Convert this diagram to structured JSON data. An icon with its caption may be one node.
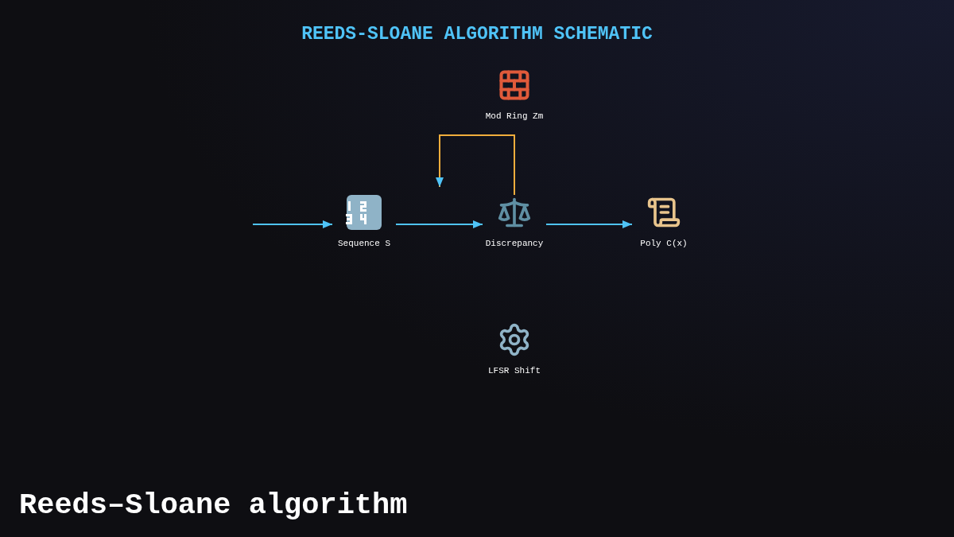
{
  "diagram": {
    "title": "REEDS-SLOANE ALGORITHM SCHEMATIC",
    "caption": "Reeds–Sloane algorithm",
    "nodes": [
      {
        "text": [
          "Mod Ring Zm"
        ]
      },
      {
        "text": [
          "Sequence S"
        ]
      },
      {
        "text": [
          "Discrepancy"
        ]
      },
      {
        "text": [
          "Poly C(x)"
        ]
      },
      {
        "text": [
          "LFSR Shift"
        ]
      }
    ],
    "edges": [
      {
        "from": null,
        "to": 1,
        "arrow": "to"
      },
      {
        "from": 1,
        "to": 2,
        "arrow": "to"
      },
      {
        "from": 2,
        "to": 3,
        "arrow": "to"
      },
      {
        "from": 2,
        "to": null,
        "arrow": "to",
        "color": "#f0ad3c"
      }
    ]
  }
}
